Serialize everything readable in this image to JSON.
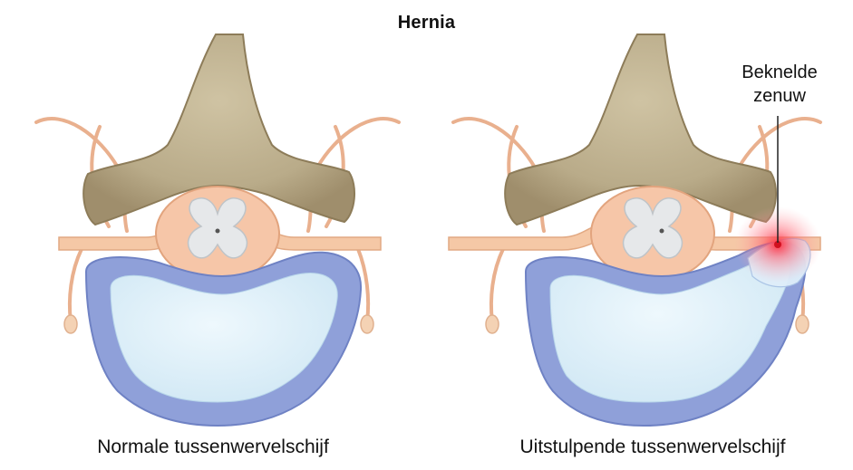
{
  "title": "Hernia",
  "panels": {
    "normal": {
      "caption": "Normale tussenwervelschijf"
    },
    "herniated": {
      "caption": "Uitstulpende tussenwervelschijf",
      "callout_line1": "Beknelde",
      "callout_line2": "zenuw"
    }
  },
  "colors": {
    "bone": "#bdb08f",
    "bone_dark": "#8f7e5c",
    "disc_ring": "#8e9fd8",
    "disc_core": "#dbeef8",
    "cord": "#f6c6a8",
    "cord_gray": "#e6e8ea",
    "nerve": "#f3c8a7",
    "inflammation": "#ff3a4a"
  }
}
